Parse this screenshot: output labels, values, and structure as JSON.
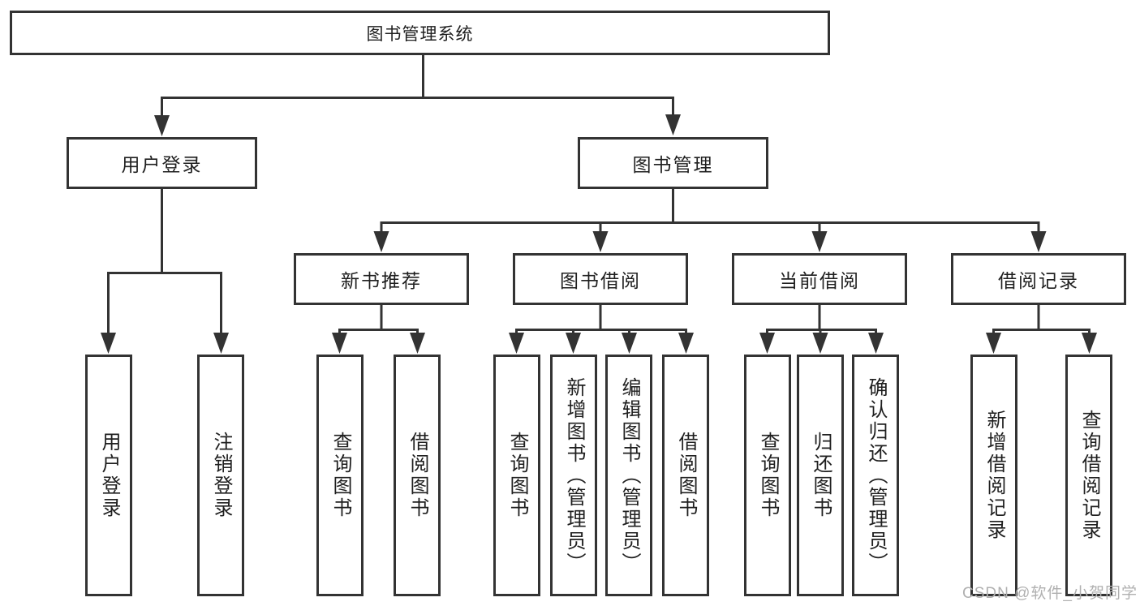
{
  "diagram": {
    "type": "hierarchy-tree",
    "root": {
      "label": "图书管理系统"
    },
    "level2": [
      {
        "label": "用户登录"
      },
      {
        "label": "图书管理"
      }
    ],
    "level3": [
      {
        "label": "新书推荐",
        "parent": "图书管理"
      },
      {
        "label": "图书借阅",
        "parent": "图书管理"
      },
      {
        "label": "当前借阅",
        "parent": "图书管理"
      },
      {
        "label": "借阅记录",
        "parent": "图书管理"
      }
    ],
    "leaves": [
      {
        "label": "用户登录",
        "parent": "用户登录"
      },
      {
        "label": "注销登录",
        "parent": "用户登录"
      },
      {
        "label": "查询图书",
        "parent": "新书推荐"
      },
      {
        "label": "借阅图书",
        "parent": "新书推荐"
      },
      {
        "label": "查询图书",
        "parent": "图书借阅"
      },
      {
        "label": "新增图书（管理员）",
        "parent": "图书借阅"
      },
      {
        "label": "编辑图书（管理员）",
        "parent": "图书借阅"
      },
      {
        "label": "借阅图书",
        "parent": "图书借阅"
      },
      {
        "label": "查询图书",
        "parent": "当前借阅"
      },
      {
        "label": "归还图书",
        "parent": "当前借阅"
      },
      {
        "label": "确认归还（管理员）",
        "parent": "当前借阅"
      },
      {
        "label": "新增借阅记录",
        "parent": "借阅记录"
      },
      {
        "label": "查询借阅记录",
        "parent": "借阅记录"
      }
    ]
  },
  "watermark": "CSDN @软件_小贺同学",
  "colors": {
    "line": "#333333",
    "box_border": "#333333",
    "box_fill": "#ffffff",
    "text": "#1f1f1f",
    "watermark": "#b0b0b0",
    "background": "#ffffff"
  }
}
